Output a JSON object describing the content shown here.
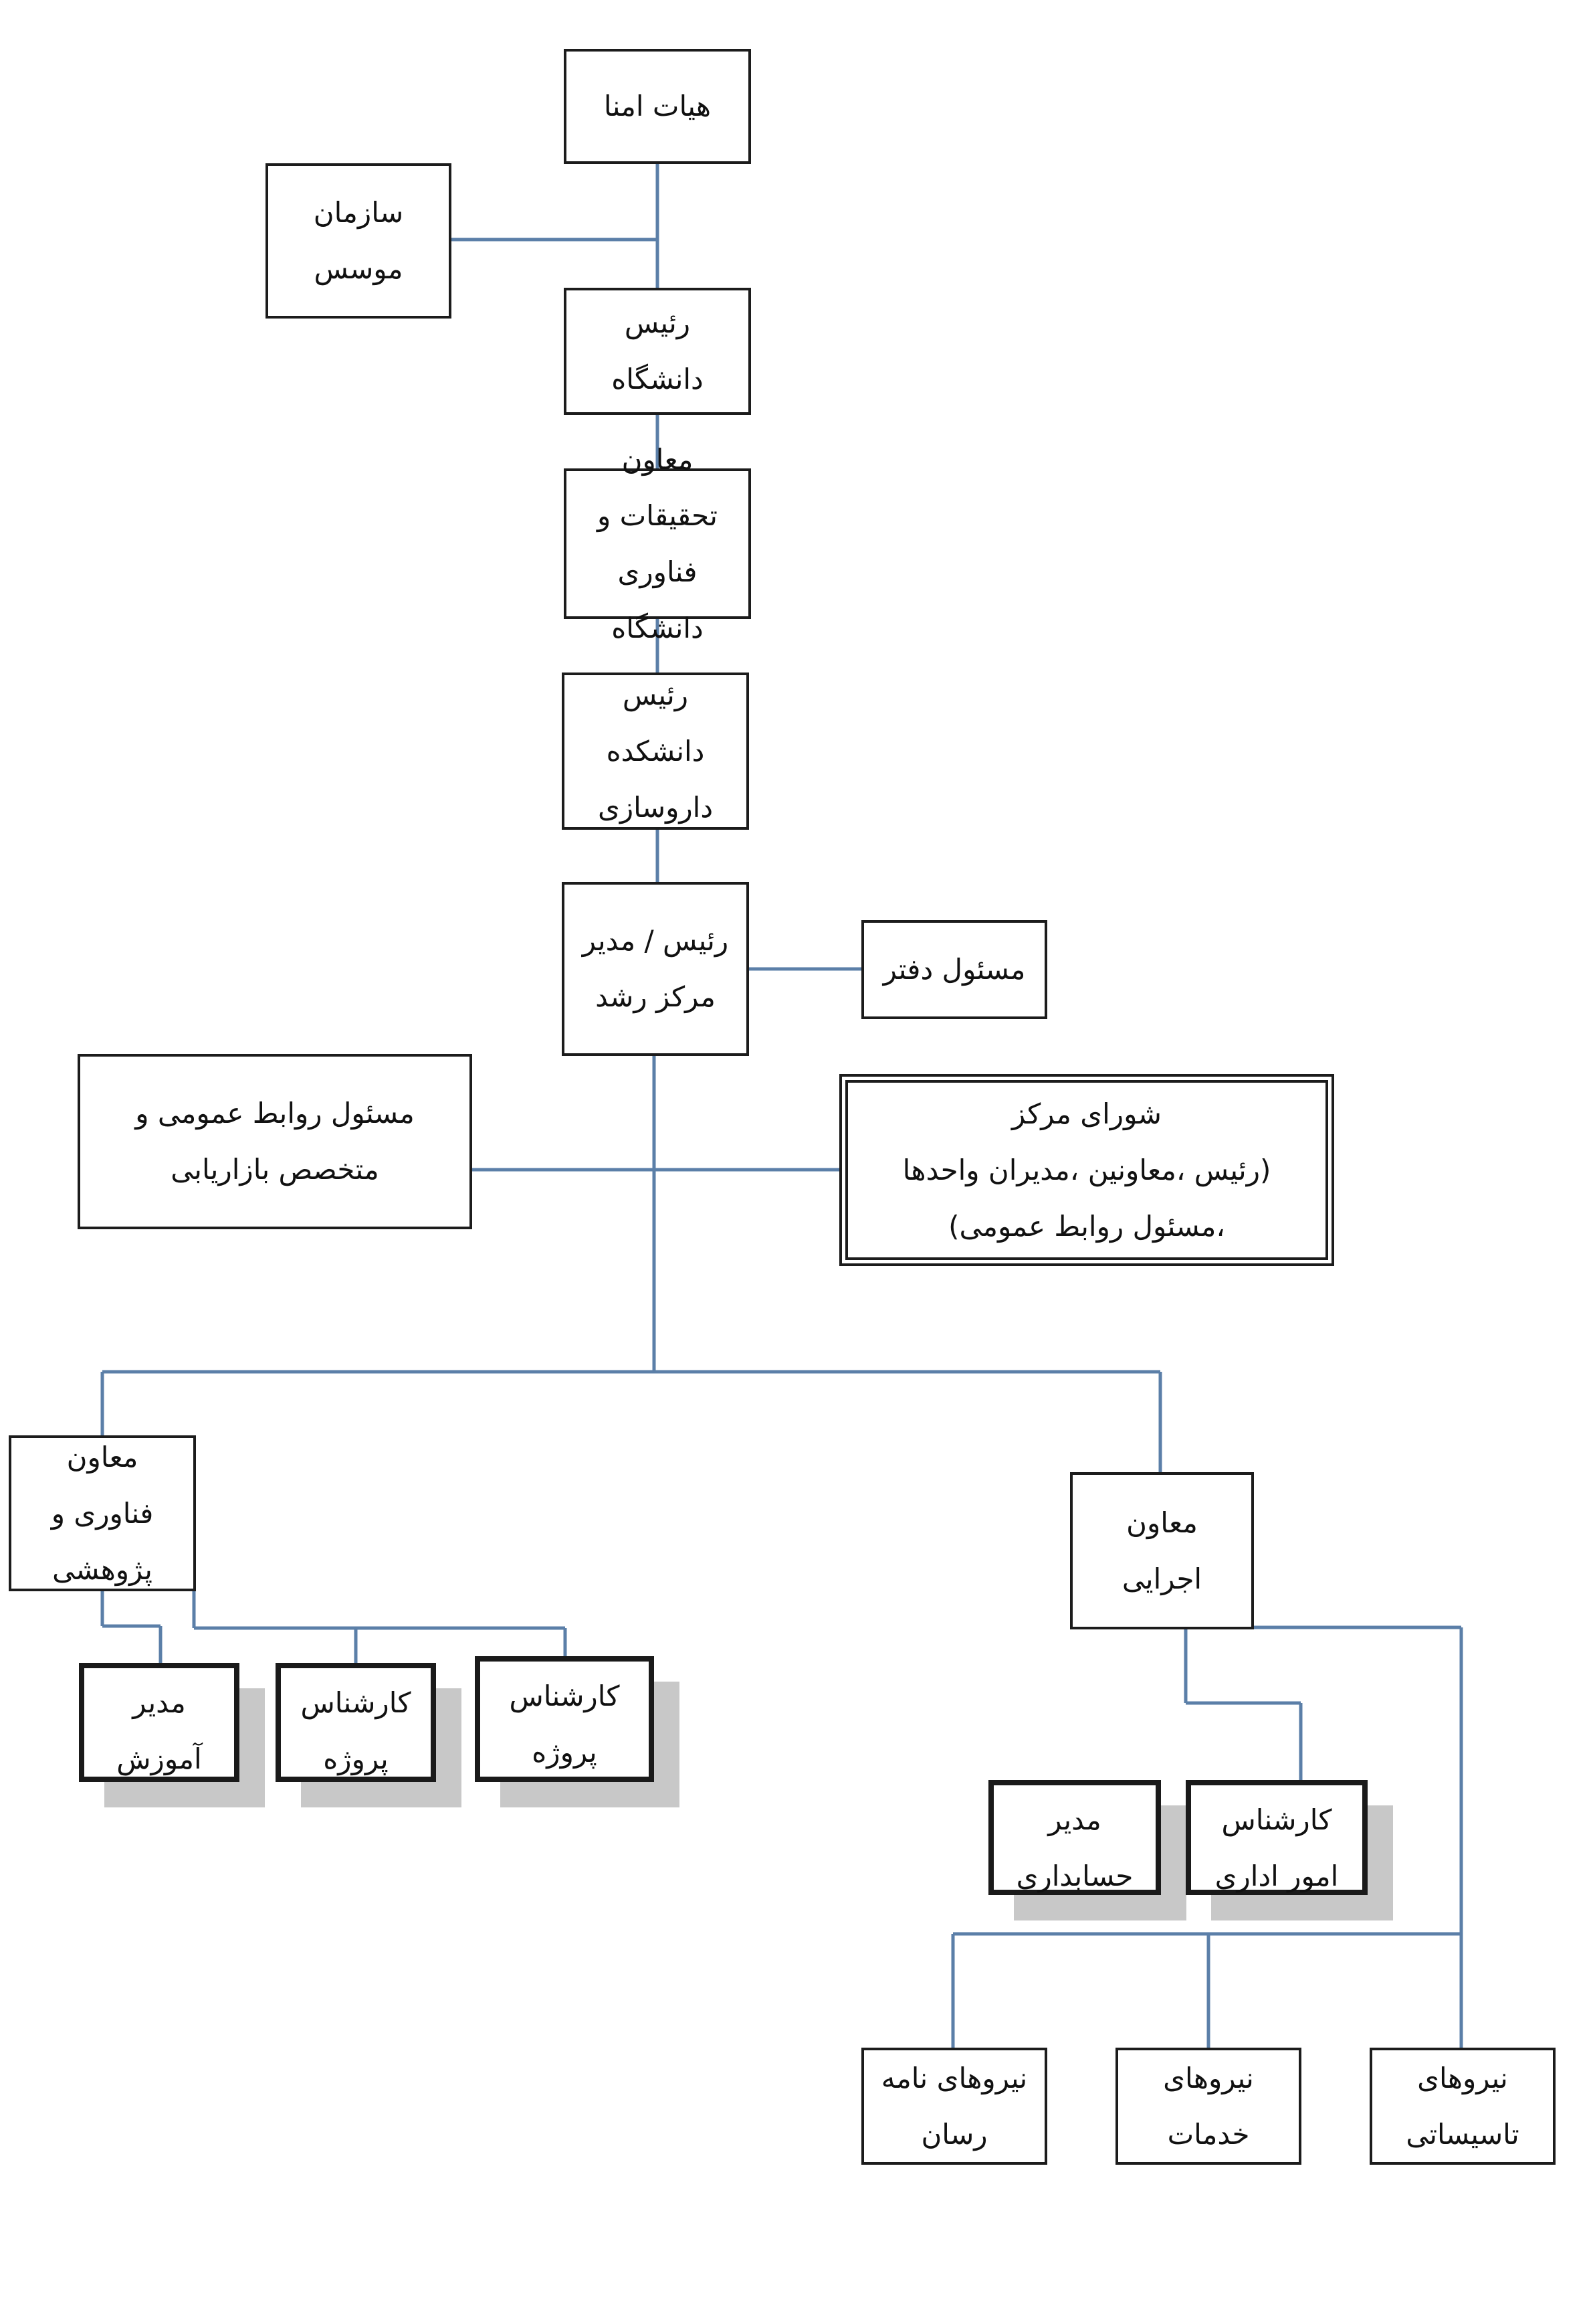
{
  "nodes": {
    "board": "هیات امنا",
    "founder": "سازمان موسس",
    "president": "رئیس دانشگاه",
    "research_deputy": "معاون تحقیقات و فناوری دانشگاه",
    "faculty_head": "رئیس دانشکده داروسازی",
    "center_director": "رئیس / مدیر مرکز رشد",
    "office_manager": "مسئول دفتر",
    "pr_officer": "مسئول روابط عمومی و متخصص بازاریابی",
    "council_title": "شورای مرکز",
    "council_members": "(رئیس ،معاونین ،مدیران واحدها ،مسئول روابط عمومی)",
    "tech_deputy": "معاون فناوری و پژوهشی",
    "exec_deputy": "معاون اجرایی",
    "education_manager": "مدیر آموزش",
    "project_expert_1": "کارشناس پروژه",
    "project_expert_2": "کارشناس پروژه",
    "accounting_manager": "مدیر حسابداری",
    "admin_expert": "کارشناس امور اداری",
    "courier_staff": "نیروهای نامه رسان",
    "services_staff": "نیروهای خدمات",
    "facilities_staff": "نیروهای تاسیساتی"
  },
  "colors": {
    "connector": "#5b7fa8",
    "border": "#1c1c1c",
    "shadow": "#c8c8c8"
  }
}
